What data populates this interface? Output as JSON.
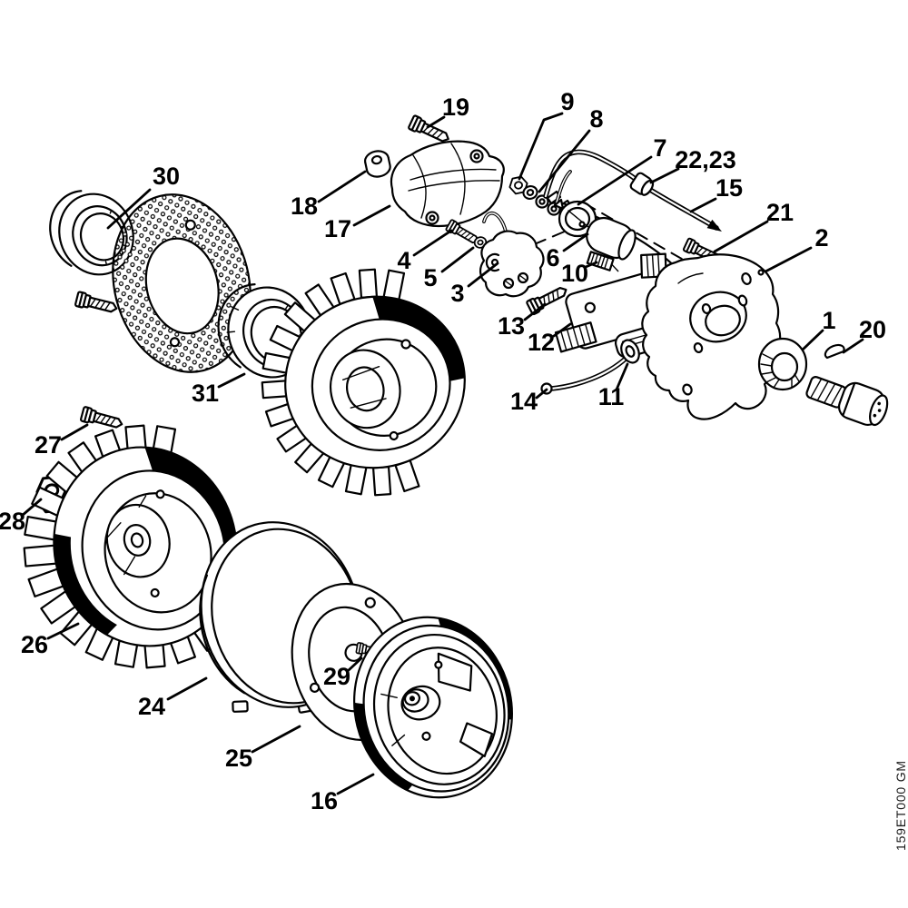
{
  "diagram": {
    "code": "159ET000 GM",
    "background_color": "#ffffff",
    "line_color": "#000000",
    "label_color": "#000000"
  },
  "labels": {
    "l1": "1",
    "l2": "2",
    "l3": "3",
    "l4": "4",
    "l5": "5",
    "l6": "6",
    "l7": "7",
    "l8": "8",
    "l9": "9",
    "l10": "10",
    "l11": "11",
    "l12": "12",
    "l13": "13",
    "l14": "14",
    "l15": "15",
    "l16": "16",
    "l17": "17",
    "l18": "18",
    "l19": "19",
    "l20": "20",
    "l21": "21",
    "l22_23": "22,23",
    "l24": "24",
    "l25": "25",
    "l26": "26",
    "l27": "27",
    "l28": "28",
    "l29": "29",
    "l30": "30",
    "l31": "31"
  }
}
